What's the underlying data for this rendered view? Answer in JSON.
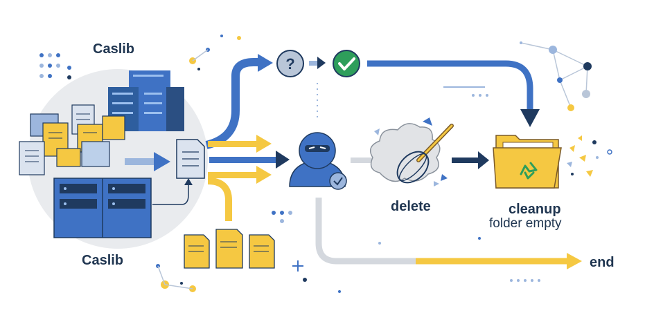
{
  "labels": {
    "caslib_top": "Caslib",
    "caslib_bottom": "Caslib",
    "delete": "delete",
    "cleanup": "cleanup",
    "cleanup_sub": "folder empty",
    "end": "end"
  },
  "icons": {
    "question": "question-mark-icon",
    "check": "check-icon",
    "ninja": "ninja-user-icon",
    "whisk": "whisk-icon",
    "recycle": "recycle-icon",
    "server": "server-icon",
    "document": "document-icon",
    "folder": "folder-icon"
  },
  "colors": {
    "blue": "#3f72c4",
    "navy": "#1f3a5f",
    "yellow": "#f5c842",
    "gray": "#d4d8de",
    "green": "#2e9e5b"
  }
}
